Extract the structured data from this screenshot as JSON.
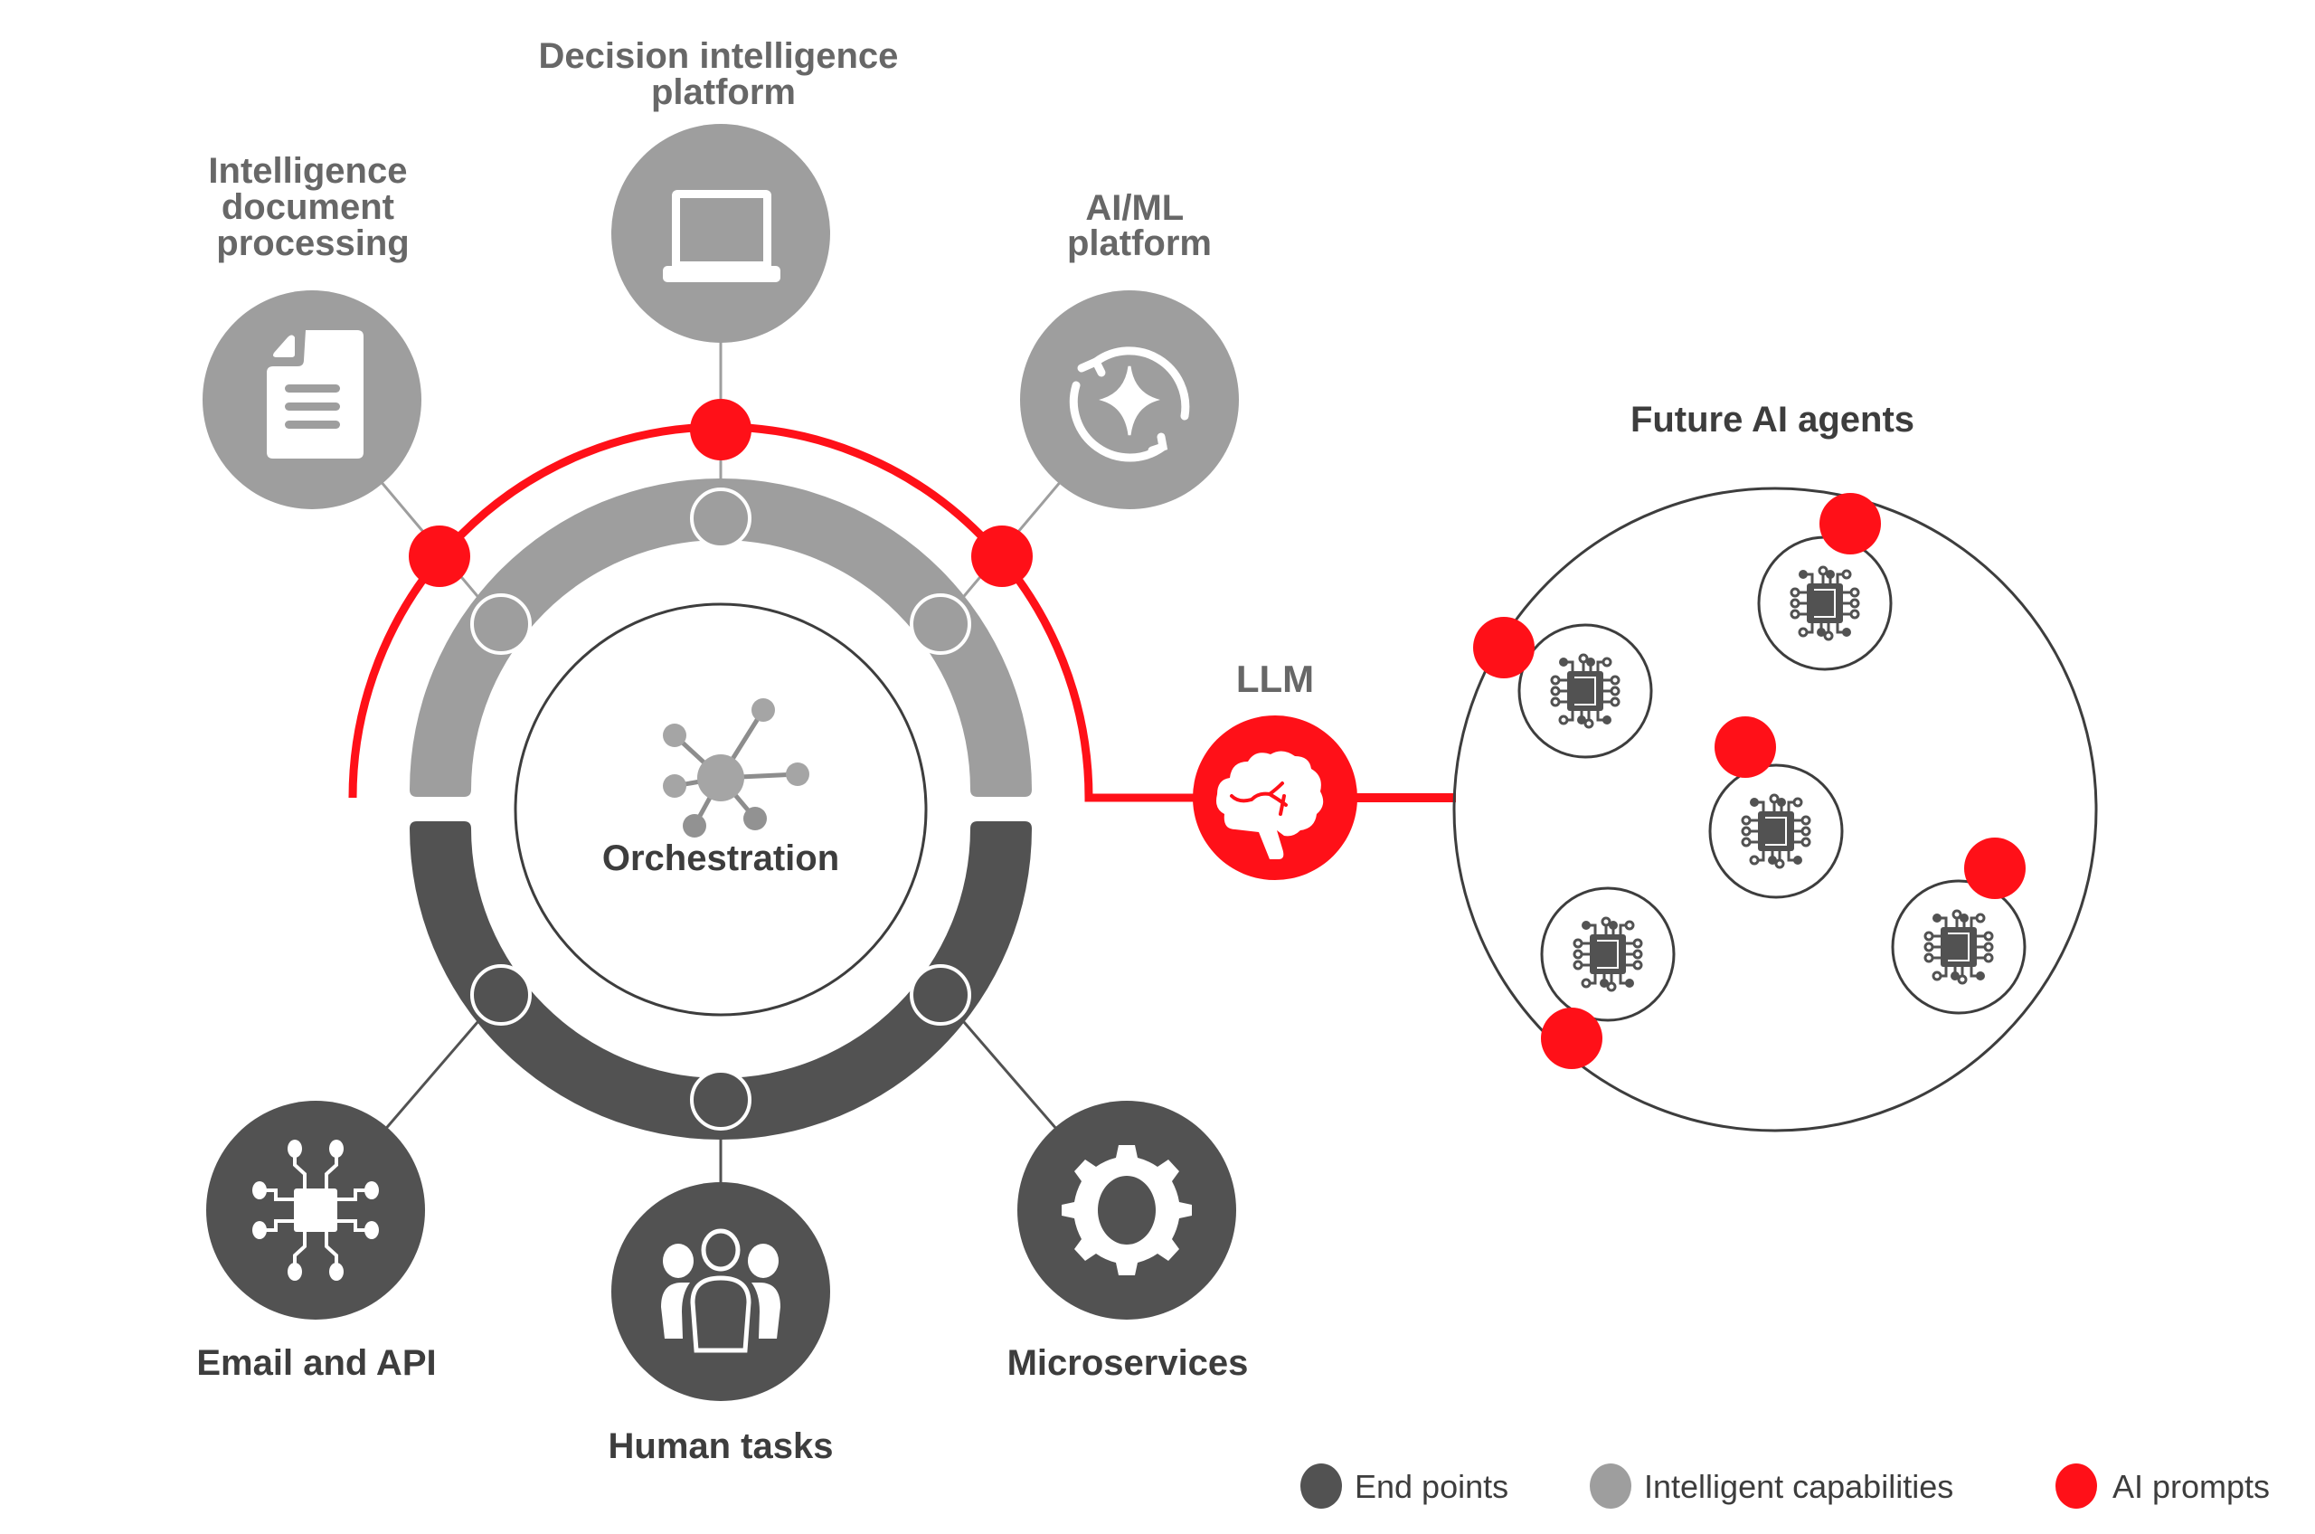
{
  "colors": {
    "end_points": "#525252",
    "intelligent_capabilities": "#9e9e9e",
    "ai_prompts": "#ff1018",
    "outline": "#3d3d3d",
    "background": "#ffffff"
  },
  "orchestration": {
    "label": "Orchestration",
    "icon": "network-hub-icon"
  },
  "intelligent_capabilities": [
    {
      "id": "idp",
      "label_lines": [
        "Intelligence",
        "document",
        "processing"
      ],
      "icon": "document-icon"
    },
    {
      "id": "dip",
      "label_lines": [
        "Decision intelligence",
        "platform"
      ],
      "icon": "laptop-icon"
    },
    {
      "id": "aiml",
      "label_lines": [
        "AI/ML",
        "platform"
      ],
      "icon": "sparkle-refresh-icon"
    }
  ],
  "end_points": [
    {
      "id": "email-api",
      "label": "Email and API",
      "icon": "circuit-chip-icon"
    },
    {
      "id": "human-tasks",
      "label": "Human tasks",
      "icon": "people-group-icon"
    },
    {
      "id": "microservices",
      "label": "Microservices",
      "icon": "gear-icon"
    }
  ],
  "llm": {
    "label": "LLM",
    "icon": "brain-icon"
  },
  "future_agents": {
    "title": "Future AI agents",
    "agent_count": 5,
    "agent_icon": "ai-chip-icon",
    "prompt_dot_count": 5
  },
  "legend": [
    {
      "label": "End points",
      "color_key": "end_points"
    },
    {
      "label": "Intelligent capabilities",
      "color_key": "intelligent_capabilities"
    },
    {
      "label": "AI prompts",
      "color_key": "ai_prompts"
    }
  ]
}
